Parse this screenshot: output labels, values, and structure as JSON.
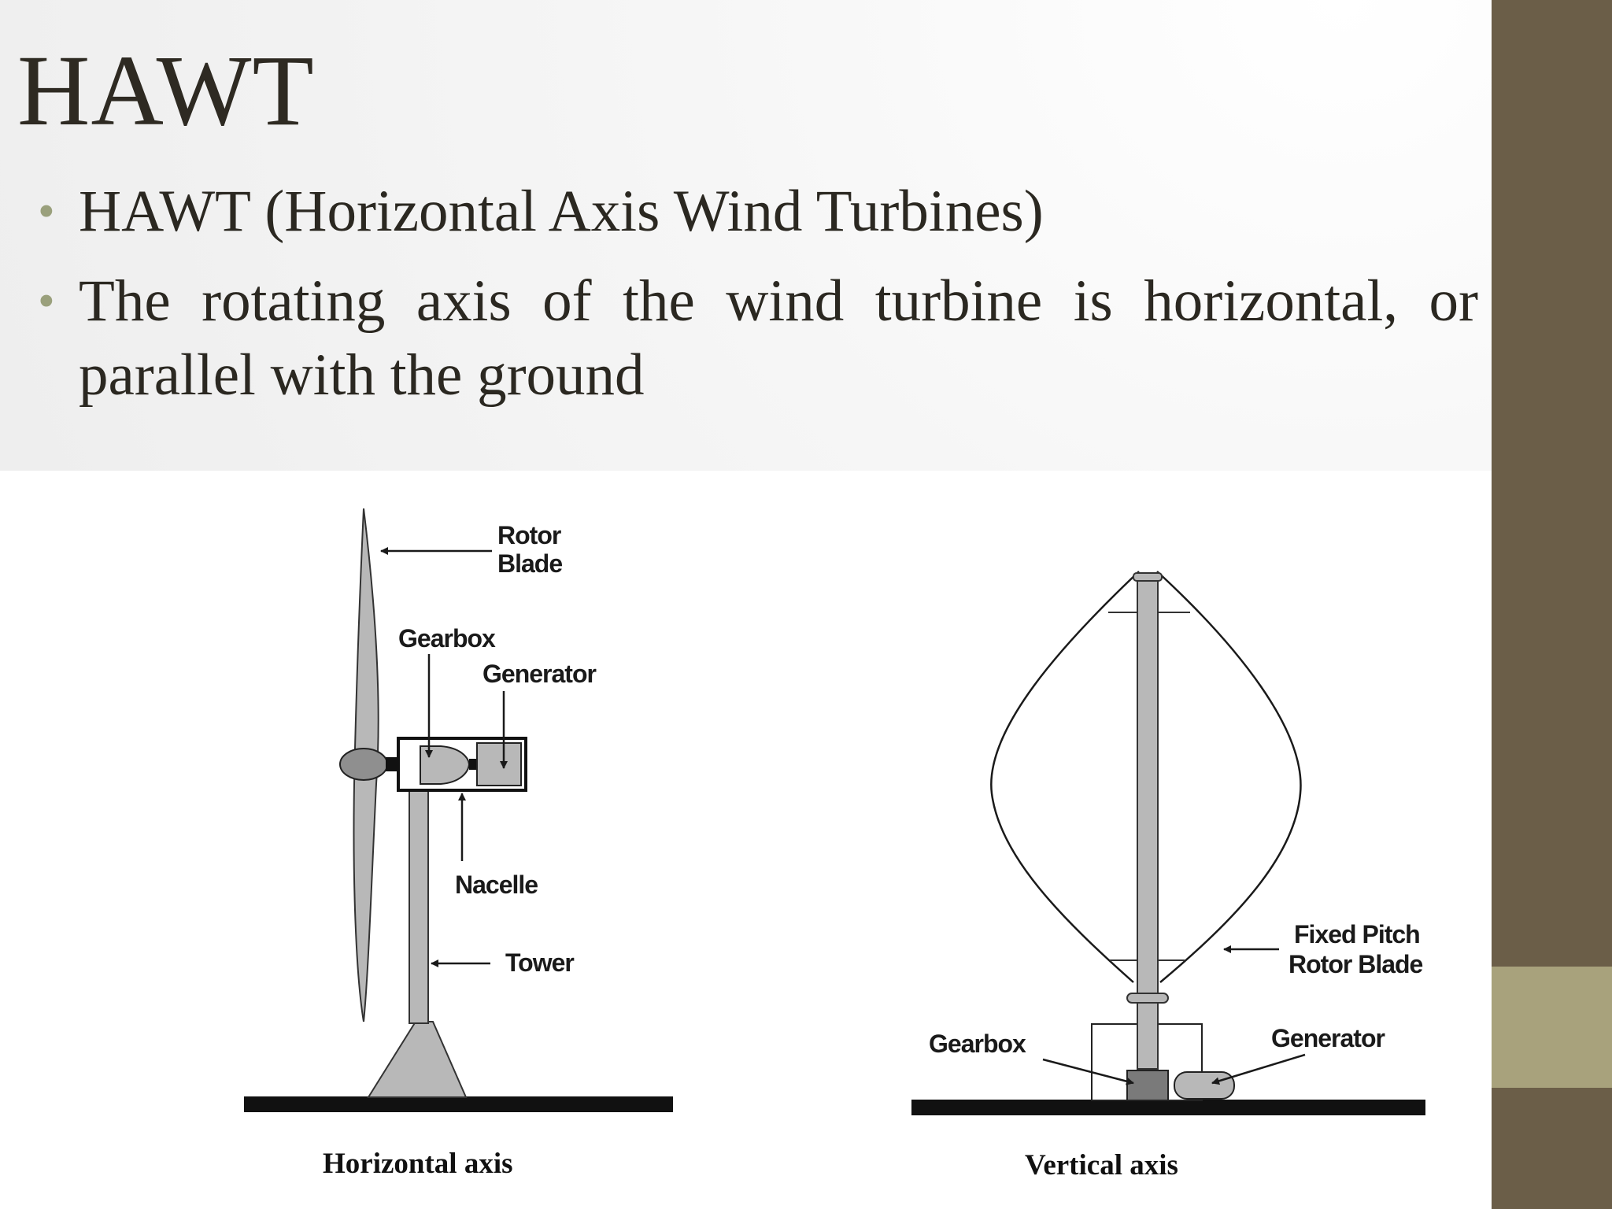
{
  "slide": {
    "title": "HAWT",
    "bullets": [
      "HAWT (Horizontal Axis Wind Turbines)",
      "The rotating axis of the wind turbine is horizontal, or",
      "parallel with the ground"
    ]
  },
  "diagram": {
    "horizontal": {
      "labels": {
        "rotor_line1": "Rotor",
        "rotor_line2": "Blade",
        "gearbox": "Gearbox",
        "generator": "Generator",
        "nacelle": "Nacelle",
        "tower": "Tower"
      },
      "caption": "Horizontal axis"
    },
    "vertical": {
      "labels": {
        "blade_line1": "Fixed Pitch",
        "blade_line2": "Rotor Blade",
        "gearbox": "Gearbox",
        "generator": "Generator"
      },
      "caption": "Vertical axis"
    }
  },
  "colors": {
    "sidebar": "#6b5e48",
    "sidebar_accent": "#a8a27c",
    "bullet": "#9aa07c",
    "title_text": "#2e2a22",
    "part_fill": "#b8b8b8"
  }
}
